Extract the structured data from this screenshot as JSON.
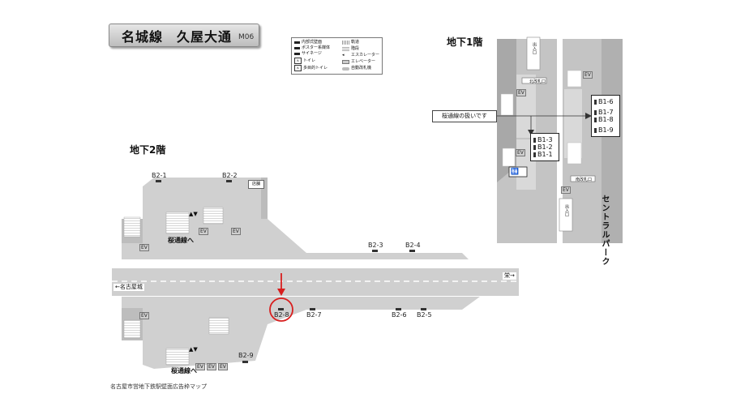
{
  "title": {
    "line": "名城線　久屋大通",
    "code": "M06"
  },
  "legend": [
    {
      "label": "内部式壁面",
      "icon": "solid-bar"
    },
    {
      "label": "ポスター系媒体",
      "icon": "solid-bar"
    },
    {
      "label": "サイネージ",
      "icon": "solid-bar"
    },
    {
      "label": "トイレ",
      "icon": "toilet-icon"
    },
    {
      "label": "多目的トイレ",
      "icon": "accessible-toilet-icon"
    },
    {
      "label": "軌道",
      "icon": "track-pattern"
    },
    {
      "label": "階段",
      "icon": "stairs-pattern"
    },
    {
      "label": "エスカレーター",
      "icon": "escalator-icon"
    },
    {
      "label": "エレベーター",
      "icon": "elevator-icon"
    },
    {
      "label": "自動改札機",
      "icon": "gate-icon"
    }
  ],
  "floors": {
    "b1": {
      "label": "地下1階"
    },
    "b2": {
      "label": "地下2階"
    }
  },
  "b1": {
    "callout": "桜通線の扱いです",
    "left_list": [
      "B1-3",
      "B1-2",
      "B1-1"
    ],
    "right_list": [
      "B1-6",
      "B1-7",
      "B1-8",
      "B1-9"
    ],
    "wicket_north": "北改札口",
    "wicket_south": "南改札口",
    "left_exit_sign": "出入口",
    "right_exit_sign": "出入口",
    "ev": [
      "EV",
      "EV",
      "EV",
      "EV"
    ],
    "central_park": "セントラルパーク"
  },
  "b2": {
    "ads_top": [
      "B2-1",
      "B2-2",
      "B2-3",
      "B2-4"
    ],
    "ads_bottom": [
      "B2-8",
      "B2-7",
      "B2-6",
      "B2-5",
      "B2-9"
    ],
    "highlighted_ad": "B2-8",
    "shop": "店舗",
    "direction_left": "←名古屋城",
    "direction_right": "栄→",
    "transfer_upper": "桜通線へ",
    "transfer_lower": "桜通線へ",
    "ev": [
      "EV",
      "EV",
      "EV",
      "EV",
      "EV",
      "EV",
      "EV"
    ]
  },
  "footer": "名古屋市営地下鉄駅壁面広告枠マップ",
  "colors": {
    "highlight": "#d81e1e",
    "concourse": "#d0d0d0",
    "dark_zone": "#b8b8b8"
  }
}
